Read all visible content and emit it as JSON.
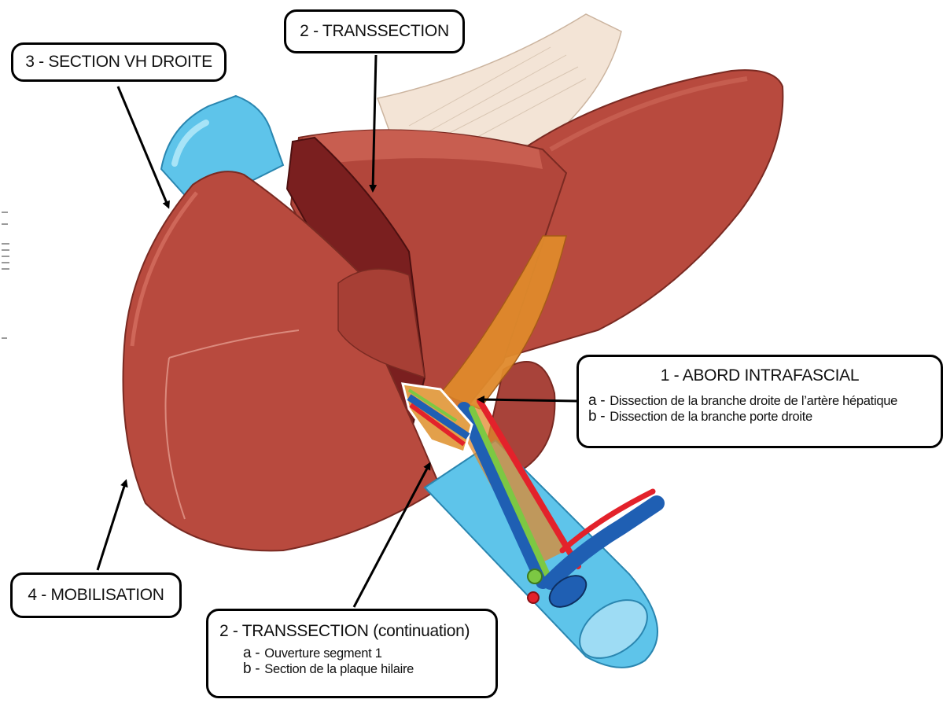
{
  "callouts": {
    "section_vh_droite": {
      "title": "3 - SECTION VH DROITE"
    },
    "transsection_top": {
      "title": "2 - TRANSSECTION"
    },
    "mobilisation": {
      "title": "4 - MOBILISATION"
    },
    "abord_intrafascial": {
      "title": "1 - ABORD INTRAFASCIAL",
      "items": [
        {
          "key": "a -",
          "text": "Dissection de la branche droite de l’artère hépatique"
        },
        {
          "key": "b -",
          "text": "Dissection de la branche porte droite"
        }
      ]
    },
    "transsection_cont": {
      "title": "2 - TRANSSECTION (continuation)",
      "items": [
        {
          "key": "a -",
          "text": "Ouverture segment 1"
        },
        {
          "key": "b -",
          "text": "Section de la plaque hilaire"
        }
      ]
    }
  },
  "colors": {
    "liver": "#b84a3e",
    "liver_dark": "#8e2f27",
    "cut_surface": "#7a1f1f",
    "vena_cava": "#5ec4ea",
    "portal_vein": "#1f5fb3",
    "artery": "#e3222b",
    "bile_duct": "#7cc843",
    "fascia": "#e08a2c",
    "ligament": "#f3e4d6"
  }
}
